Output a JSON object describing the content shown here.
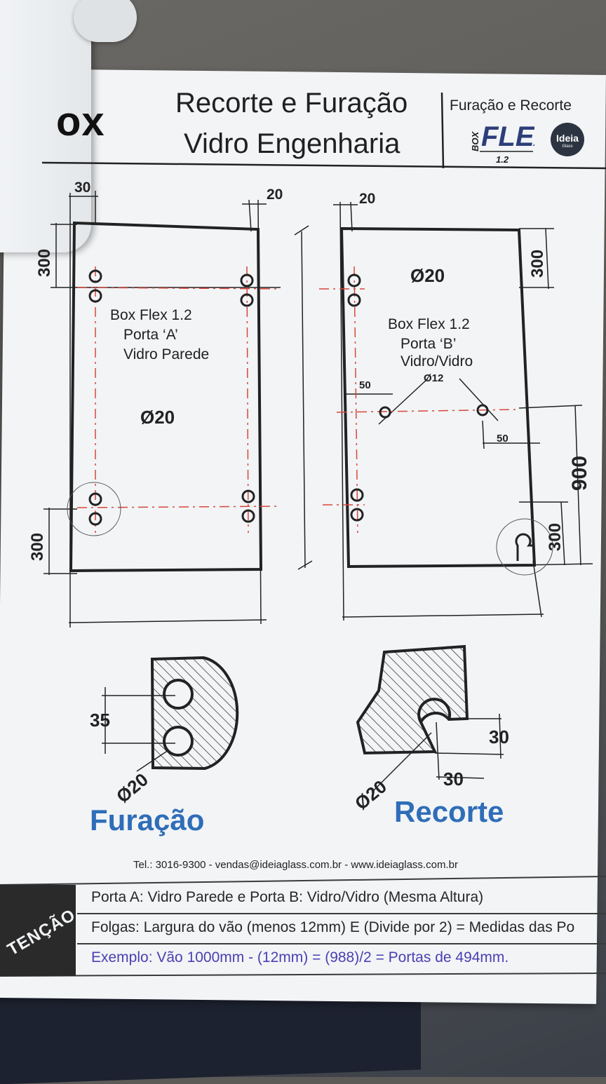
{
  "header": {
    "brand": "ox",
    "title_line1": "Recorte e Furação",
    "title_line2": "Vidro Engenharia",
    "product_label": "Furação e Recorte",
    "logo_box": "BOX",
    "logo_flex": "FLEX",
    "logo_version": "1.2",
    "logo_ideia": "Ideia",
    "logo_glass": "Glass"
  },
  "porta_a": {
    "dim_top_left": "30",
    "dim_top_right": "20",
    "dim_side_top": "300",
    "dim_side_bottom": "300",
    "label_line1": "Box Flex 1.2",
    "label_line2": "Porta ‘A’",
    "label_line3": "Vidro Parede",
    "hole_diameter": "Ø20"
  },
  "porta_b": {
    "dim_top_left": "20",
    "dim_side_top": "300",
    "dim_side_bottom": "300",
    "dim_handle_height": "900",
    "hole_diameter": "Ø20",
    "label_line1": "Box Flex 1.2",
    "label_line2": "Porta ‘B’",
    "label_line3": "Vidro/Vidro",
    "handle_diameter": "Ø12",
    "handle_offset_left": "50",
    "handle_offset_right": "50"
  },
  "furacao": {
    "title": "Furação",
    "spacing": "35",
    "diameter": "Ø20"
  },
  "recorte": {
    "title": "Recorte",
    "dim_horizontal": "30",
    "dim_vertical": "30",
    "diameter": "Ø20"
  },
  "footer": {
    "contact": "Tel.: 3016-9300 - vendas@ideiaglass.com.br - www.ideiaglass.com.br",
    "attention_label": "TENÇÃO",
    "note1": "Porta A: Vidro Parede e Porta B: Vidro/Vidro (Mesma Altura)",
    "note2": "Folgas: Largura do vão (menos 12mm) E (Divide por 2) = Medidas das Po",
    "note3": "Exemplo: Vão 1000mm - (12mm) = (988)/2 = Portas de 494mm."
  },
  "colors": {
    "accent_blue": "#2f6db8",
    "centerline_red": "#d9463a",
    "line_dark": "#222222"
  }
}
